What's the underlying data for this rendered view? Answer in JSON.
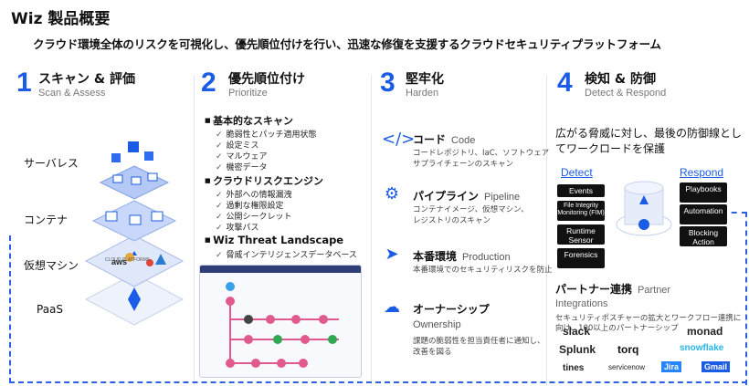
{
  "header": {
    "title": "Wiz 製品概要",
    "subtitle": "クラウド環境全体のリスクを可視化し、優先順位付けを行い、迅速な修復を支援するクラウドセキュリティプラットフォーム"
  },
  "columns": [
    {
      "num": "1",
      "title": "スキャン & 評価",
      "sub": "Scan & Assess"
    },
    {
      "num": "2",
      "title": "優先順位付け",
      "sub": "Prioritize"
    },
    {
      "num": "3",
      "title": "堅牢化",
      "sub": "Harden"
    },
    {
      "num": "4",
      "title": "検知 & 防御",
      "sub": "Detect & Respond"
    }
  ],
  "scan": {
    "layers": [
      "サーバレス",
      "コンテナ",
      "仮想マシン",
      "PaaS"
    ],
    "box_label": "CLOUD PLATFORMS"
  },
  "prioritize": {
    "group1": {
      "head": "基本的なスキャン",
      "items": [
        "脆弱性とパッチ適用状態",
        "設定ミス",
        "マルウェア",
        "機密データ"
      ]
    },
    "group2": {
      "head": "クラウドリスクエンジン",
      "items": [
        "外部への情報漏洩",
        "過剰な権限設定",
        "公開シークレット",
        "攻撃パス"
      ]
    },
    "group3": {
      "head": "Wiz Threat Landscape",
      "items": [
        "脅威インテリジェンスデータベース"
      ]
    }
  },
  "harden": [
    {
      "title": "コード",
      "en": "Code",
      "desc": [
        "コードレポジトリ、IaC、ソフトウェア",
        "サプライチェーンのスキャン"
      ],
      "icon": "code-icon"
    },
    {
      "title": "パイプライン",
      "en": "Pipeline",
      "desc": [
        "コンテナイメージ、仮想マシン、",
        "レジストリのスキャン"
      ],
      "icon": "pipeline-icon"
    },
    {
      "title": "本番環境",
      "en": "Production",
      "desc": [
        "本番環境でのセキュリティリスクを防止"
      ],
      "icon": "production-icon"
    },
    {
      "title": "オーナーシップ",
      "en": "Ownership",
      "desc": [
        "課題の脆弱性を担当責任者に通知し、",
        "改善を図る"
      ],
      "icon": "ownership-icon"
    }
  ],
  "detect": {
    "text": [
      "広がる脅威に対し、最後の防御線とし",
      "てワークロードを保護"
    ],
    "detect_head": "Detect",
    "respond_head": "Respond",
    "detect_items": [
      "Events",
      "File Integrity Monitoring (FIM)",
      "Runtime Sensor",
      "Forensics"
    ],
    "respond_items": [
      "Playbooks",
      "Automation",
      "Blocking Action"
    ],
    "partner_title": "パートナー連携",
    "partner_en": "Partner",
    "partner_sub": "Integrations",
    "partner_desc": [
      "セキュリティポスチャーの拡大とワークフロー連携に",
      "向け、100以上のパートナーシップ"
    ],
    "logos": [
      "slack",
      "Splunk",
      "torq",
      "monad",
      "snowflake",
      "tines",
      "servicenow",
      "Jira",
      "Gmail"
    ]
  },
  "colors": {
    "accent": "#1a5ce6",
    "dashed": "#2c61e0"
  }
}
